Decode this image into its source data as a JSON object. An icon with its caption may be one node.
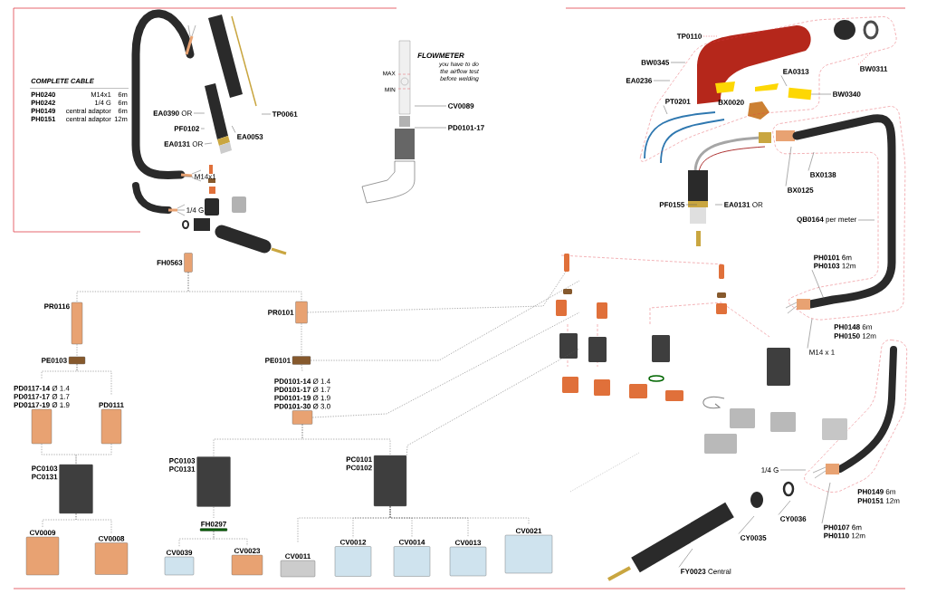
{
  "diagram": {
    "nodes": [
      {
        "text": [
          "FH0563"
        ]
      },
      {
        "text": [
          "PR0116"
        ]
      },
      {
        "text": [
          "PE0103"
        ]
      },
      {
        "text": [
          "**PD0117-14** Ø 1.4",
          "**PD0117-17** Ø 1.7",
          "**PD0117-19** Ø 1.9"
        ]
      },
      {
        "text": [
          "PD0111"
        ]
      },
      {
        "text": [
          "PC0103",
          "PC0131"
        ]
      },
      {
        "text": [
          "CV0009"
        ]
      },
      {
        "text": [
          "CV0008"
        ]
      },
      {
        "text": [
          "PR0101"
        ]
      },
      {
        "text": [
          "PE0101"
        ]
      },
      {
        "text": [
          "**PD0101-14** Ø 1.4",
          "**PD0101-17** Ø 1.7",
          "**PD0101-19** Ø 1.9",
          "**PD0101-30** Ø 3.0"
        ]
      },
      {
        "text": [
          "PC0103",
          "PC0131"
        ]
      },
      {
        "text": [
          "PC0101",
          "PC0102"
        ]
      },
      {
        "text": [
          "FH0297"
        ]
      },
      {
        "text": [
          "CV0039"
        ]
      },
      {
        "text": [
          "CV0023"
        ]
      },
      {
        "text": [
          "CV0011"
        ]
      },
      {
        "text": [
          "CV0012"
        ]
      },
      {
        "text": [
          "CV0014"
        ]
      },
      {
        "text": [
          "CV0013"
        ]
      },
      {
        "text": [
          "CV0021"
        ]
      },
      {
        "text": [
          "TP0061"
        ]
      },
      {
        "text": [
          "**EA0390** OR"
        ]
      },
      {
        "text": [
          "PF0102"
        ]
      },
      {
        "text": [
          "EA0053"
        ]
      },
      {
        "text": [
          "**EA0131** OR"
        ]
      },
      {
        "text": [
          "M14x1"
        ]
      },
      {
        "text": [
          "1/4 G"
        ]
      },
      {
        "text": [
          "CV0089"
        ]
      },
      {
        "text": [
          "PD0101-17"
        ]
      },
      {
        "text": [
          "TP0110"
        ]
      },
      {
        "text": [
          "BW0345"
        ]
      },
      {
        "text": [
          "EA0236"
        ]
      },
      {
        "text": [
          "EA0313"
        ]
      },
      {
        "text": [
          "BW0340"
        ]
      },
      {
        "text": [
          "BW0311"
        ]
      },
      {
        "text": [
          "PT0201"
        ]
      },
      {
        "text": [
          "BX0138"
        ]
      },
      {
        "text": [
          "BX0125"
        ]
      },
      {
        "text": [
          "PF0155"
        ]
      },
      {
        "text": [
          "**EA0131** OR"
        ]
      },
      {
        "text": [
          "**QB0164** per meter"
        ]
      },
      {
        "text": [
          "**PH0101** 6m",
          "**PH0103** 12m"
        ]
      },
      {
        "text": [
          "M14 x 1"
        ]
      },
      {
        "text": [
          "1/4 G"
        ]
      },
      {
        "text": [
          "**PH0107** 6m",
          "**PH0110** 12m"
        ]
      },
      {
        "text": [
          "CY0036"
        ]
      },
      {
        "text": [
          "CY0035"
        ]
      },
      {
        "text": [
          "**FY0023** Central"
        ]
      },
      {
        "text": [],
        "shape": "picture"
      },
      {
        "text": [],
        "shape": "box"
      }
    ],
    "edges": [
      {
        "from": 0,
        "to": 1,
        "arrow": "none",
        "style": "dashed"
      },
      {
        "from": 0,
        "to": 8,
        "arrow": "none",
        "style": "dashed"
      },
      {
        "from": 1,
        "to": 2,
        "arrow": "none",
        "style": "dashed"
      },
      {
        "from": 2,
        "to": 3,
        "arrow": "none",
        "style": "dashed"
      },
      {
        "from": 2,
        "to": 4,
        "arrow": "none",
        "style": "dashed"
      },
      {
        "from": 3,
        "to": 5,
        "arrow": "none",
        "style": "dashed"
      },
      {
        "from": 4,
        "to": 5,
        "arrow": "none",
        "style": "dashed"
      },
      {
        "from": 5,
        "to": 6,
        "arrow": "none",
        "style": "dashed"
      },
      {
        "from": 5,
        "to": 7,
        "arrow": "none",
        "style": "dashed"
      },
      {
        "from": 8,
        "to": 9,
        "arrow": "none",
        "style": "dashed"
      },
      {
        "from": 9,
        "to": 10,
        "arrow": "none",
        "style": "dashed"
      },
      {
        "from": 10,
        "to": 11,
        "arrow": "none",
        "style": "dashed"
      },
      {
        "from": 10,
        "to": 12,
        "arrow": "none",
        "style": "dashed"
      },
      {
        "from": 11,
        "to": 13,
        "arrow": "none",
        "style": "dashed"
      },
      {
        "from": 13,
        "to": 14,
        "arrow": "none",
        "style": "dashed"
      },
      {
        "from": 13,
        "to": 15,
        "arrow": "none",
        "style": "dashed"
      },
      {
        "from": 12,
        "to": 16,
        "arrow": "none",
        "style": "dashed"
      },
      {
        "from": 12,
        "to": 17,
        "arrow": "none",
        "style": "dashed"
      },
      {
        "from": 12,
        "to": 18,
        "arrow": "none",
        "style": "dashed"
      },
      {
        "from": 12,
        "to": 19,
        "arrow": "none",
        "style": "dashed"
      },
      {
        "from": 12,
        "to": 20,
        "arrow": "none",
        "style": "dashed"
      },
      {
        "from": 8,
        "to": null,
        "arrow": "none",
        "style": "dashed"
      },
      {
        "from": 9,
        "to": null,
        "arrow": "none",
        "style": "dashed"
      },
      {
        "from": 10,
        "to": null,
        "arrow": "none",
        "style": "dashed"
      },
      {
        "from": 12,
        "to": null,
        "arrow": "none",
        "style": "dashed"
      },
      {
        "from": 21,
        "to": null,
        "arrow": "none"
      },
      {
        "from": 22,
        "to": 49,
        "arrow": "none"
      },
      {
        "from": 23,
        "to": 49,
        "arrow": "none"
      },
      {
        "from": 24,
        "to": 49,
        "arrow": "none"
      },
      {
        "from": 25,
        "to": null,
        "arrow": "none"
      },
      {
        "from": 26,
        "to": null,
        "arrow": "none"
      },
      {
        "from": 27,
        "to": null,
        "arrow": "none"
      },
      {
        "from": 28,
        "to": null,
        "arrow": "none"
      },
      {
        "from": 29,
        "to": null,
        "arrow": "none"
      },
      {
        "from": 30,
        "to": null,
        "arrow": "none",
        "style": "dashed",
        "color": "#e0404a"
      },
      {
        "from": 31,
        "to": null,
        "arrow": "none"
      },
      {
        "from": 32,
        "to": null,
        "arrow": "none"
      },
      {
        "from": 33,
        "to": null,
        "arrow": "none"
      },
      {
        "from": 34,
        "to": 50,
        "arrow": "none"
      },
      {
        "from": 35,
        "to": null,
        "arrow": "none",
        "style": "dashed",
        "color": "#e0404a"
      },
      {
        "from": 36,
        "to": null,
        "arrow": "none"
      },
      {
        "from": 37,
        "to": null,
        "arrow": "none"
      },
      {
        "from": 38,
        "to": null,
        "arrow": "none"
      },
      {
        "from": 39,
        "to": null,
        "arrow": "none"
      },
      {
        "from": 40,
        "to": null,
        "arrow": "none"
      },
      {
        "from": 41,
        "to": null,
        "arrow": "none"
      },
      {
        "from": 42,
        "to": null,
        "arrow": "none"
      },
      {
        "from": 43,
        "to": null,
        "arrow": "none"
      },
      {
        "from": 44,
        "to": null,
        "arrow": "none"
      },
      {
        "from": 45,
        "to": null,
        "arrow": "none"
      },
      {
        "from": 46,
        "to": null,
        "arrow": "none"
      },
      {
        "from": 47,
        "to": null,
        "arrow": "none"
      },
      {
        "from": 48,
        "to": null,
        "arrow": "none"
      }
    ],
    "labels": [
      "COMPLETE CABLE",
      "PH0240",
      "M14x1",
      "6m",
      "PH0242",
      "1/4 G",
      "6m",
      "PH0149",
      "central adaptor",
      "6m",
      "PH0151",
      "central adaptor",
      "12m",
      "FLOWMETER",
      "you have to do the airflow test before welding",
      "MAX",
      "MIN",
      "BX0020",
      "**PH0148** 6m",
      "**PH0150** 12m",
      "**PH0149** 6m",
      "**PH0151** 12m"
    ]
  }
}
